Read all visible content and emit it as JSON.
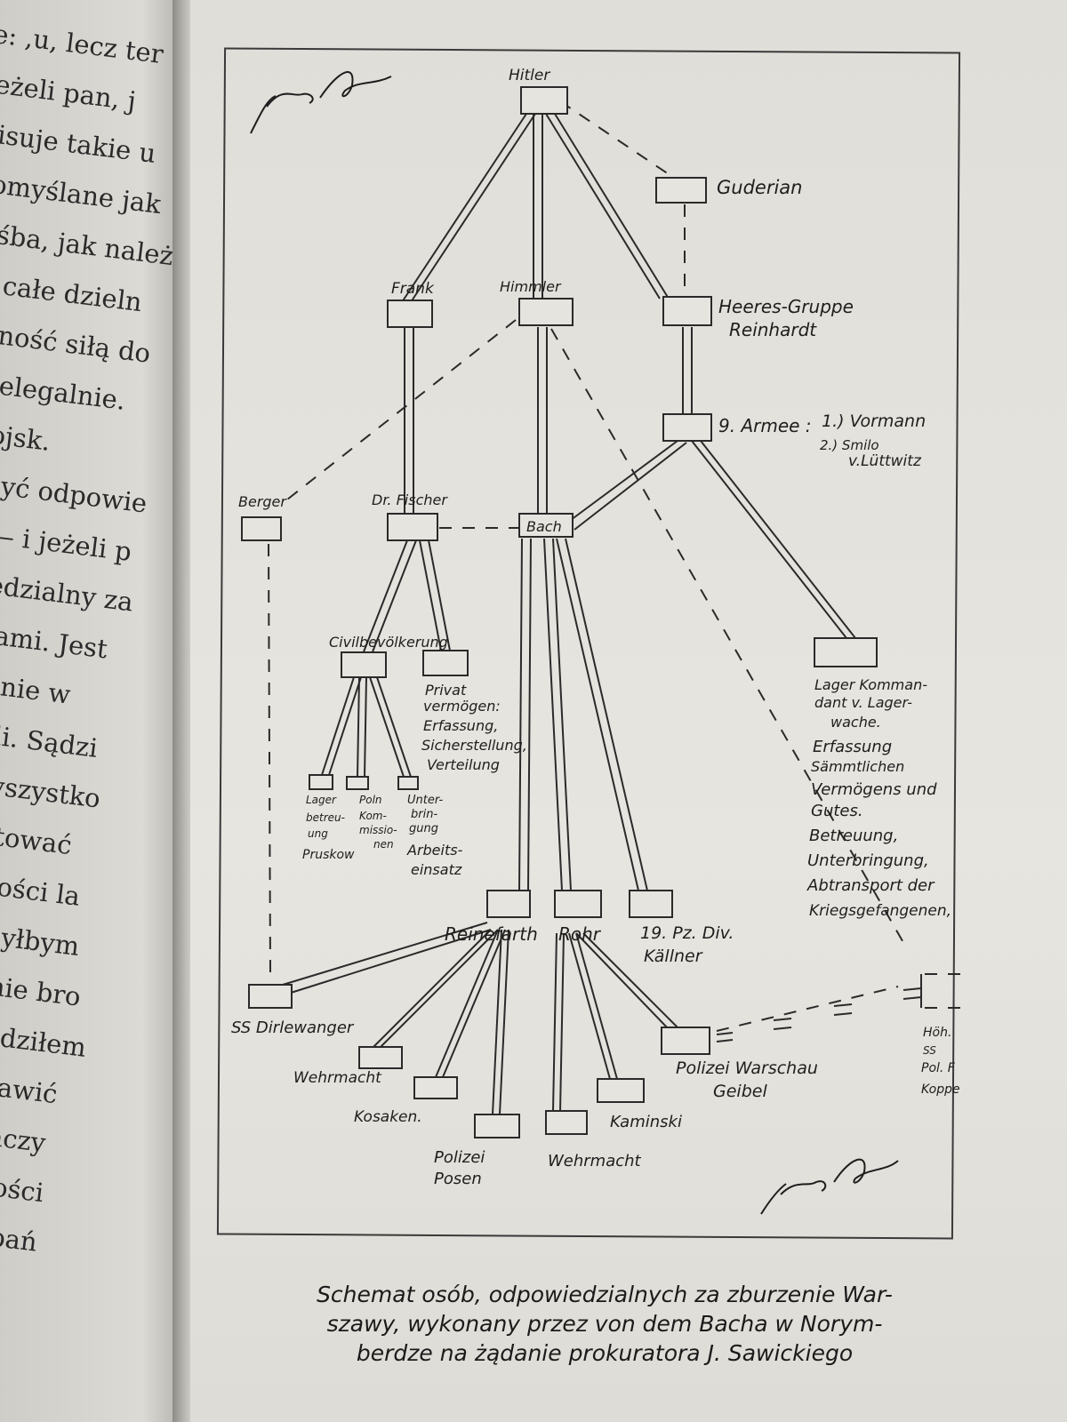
{
  "left_page_lines": [
    "e: ,u, lecz ter",
    "jeżeli pan, j",
    "pisuje takie u",
    "pomyślane jak",
    "rośba, jak należ",
    "ali całe dzieln",
    "ludność siłą do",
    "o nielegalnie. ",
    "a wojsk.",
    "usi być odpowie",
    "pie, — i jeżeli p",
    "powiedzialny za",
    "wojskami. Jest",
    "ludzie nie w",
    "kroczyli. Sądzi",
    "niłem wszystko",
    "eby uratować",
    "okoliczności la",
    "zwagę. Byłbym",
    "gdybym nie bro",
    "rym dowodziłem",
    "jasno postawić",
    ", to nie znaczy",
    "owiedzialności",
    "zrozumieć pań"
  ],
  "diagram": {
    "nodes": {
      "hitler": "Hitler",
      "guderian": "Guderian",
      "frank": "Frank",
      "himmler": "Himmler",
      "heeres_line1": "Heeres-Gruppe",
      "heeres_line2": "Reinhardt",
      "armee": "9. Armee :",
      "armee_note1": "1.) Vormann",
      "armee_note2a": "2.) Smilo",
      "armee_note2b": "v.Lüttwitz",
      "berger": "Berger",
      "fischer": "Dr. Fischer",
      "bach": "Bach",
      "civil": "Civilbevölkerung",
      "privat": [
        "Privat",
        "vermögen:",
        "Erfassung,",
        "Sicherstellung,",
        "Verteilung"
      ],
      "lager_small": [
        "Lager",
        "betreu-",
        "ung",
        "Pruskow"
      ],
      "poln": [
        "Poln",
        "Kom-",
        "missio-",
        "nen"
      ],
      "unter": [
        "Unter-",
        "brin-",
        "gung",
        "Arbeits-",
        "einsatz"
      ],
      "lager_big": [
        "Lager Komman-",
        "dant v. Lager-",
        "wache.",
        "Erfassung",
        "Sämmtlichen",
        "Vermögens und",
        "Gutes.",
        "Betreuung,",
        "Unterbringung,",
        "Abtransport der",
        "Kriegsgefangenen,"
      ],
      "reinefarth": "Reinefarth",
      "rohr": "Rohr",
      "div_line1": "19. Pz. Div.",
      "div_line2": "Källner",
      "dirlewanger": "SS Dirlewanger",
      "wehrmacht1": "Wehrmacht",
      "kosaken": "Kosaken.",
      "polizei_posen1": "Polizei",
      "polizei_posen2": "Posen",
      "wehrmacht2": "Wehrmacht",
      "kaminski": "Kaminski",
      "polizei_warschau1": "Polizei Warschau",
      "polizei_warschau2": "Geibel",
      "koppe": [
        "Höh.",
        "SS",
        "Pol. F",
        "Koppe"
      ]
    },
    "signature": "v. d. Bach"
  },
  "caption": [
    "Schemat osób, odpowiedzialnych za zburzenie War-",
    "szawy, wykonany przez von dem Bacha w Norym-",
    "berdze na żądanie prokuratora J. Sawickiego"
  ]
}
